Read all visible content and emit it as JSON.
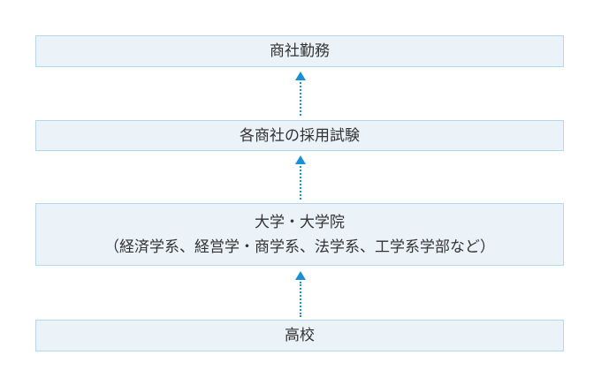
{
  "steps": [
    {
      "lines": [
        "商社勤務"
      ]
    },
    {
      "lines": [
        "各商社の採用試験"
      ]
    },
    {
      "lines": [
        "大学・大学院",
        "（経済学系、経営学・商学系、法学系、工学系学部など）"
      ]
    },
    {
      "lines": [
        "高校"
      ]
    }
  ],
  "colors": {
    "box_fill": "#ebf2f8",
    "box_border": "#b3d9ef",
    "arrow": "#1a8fd6"
  }
}
